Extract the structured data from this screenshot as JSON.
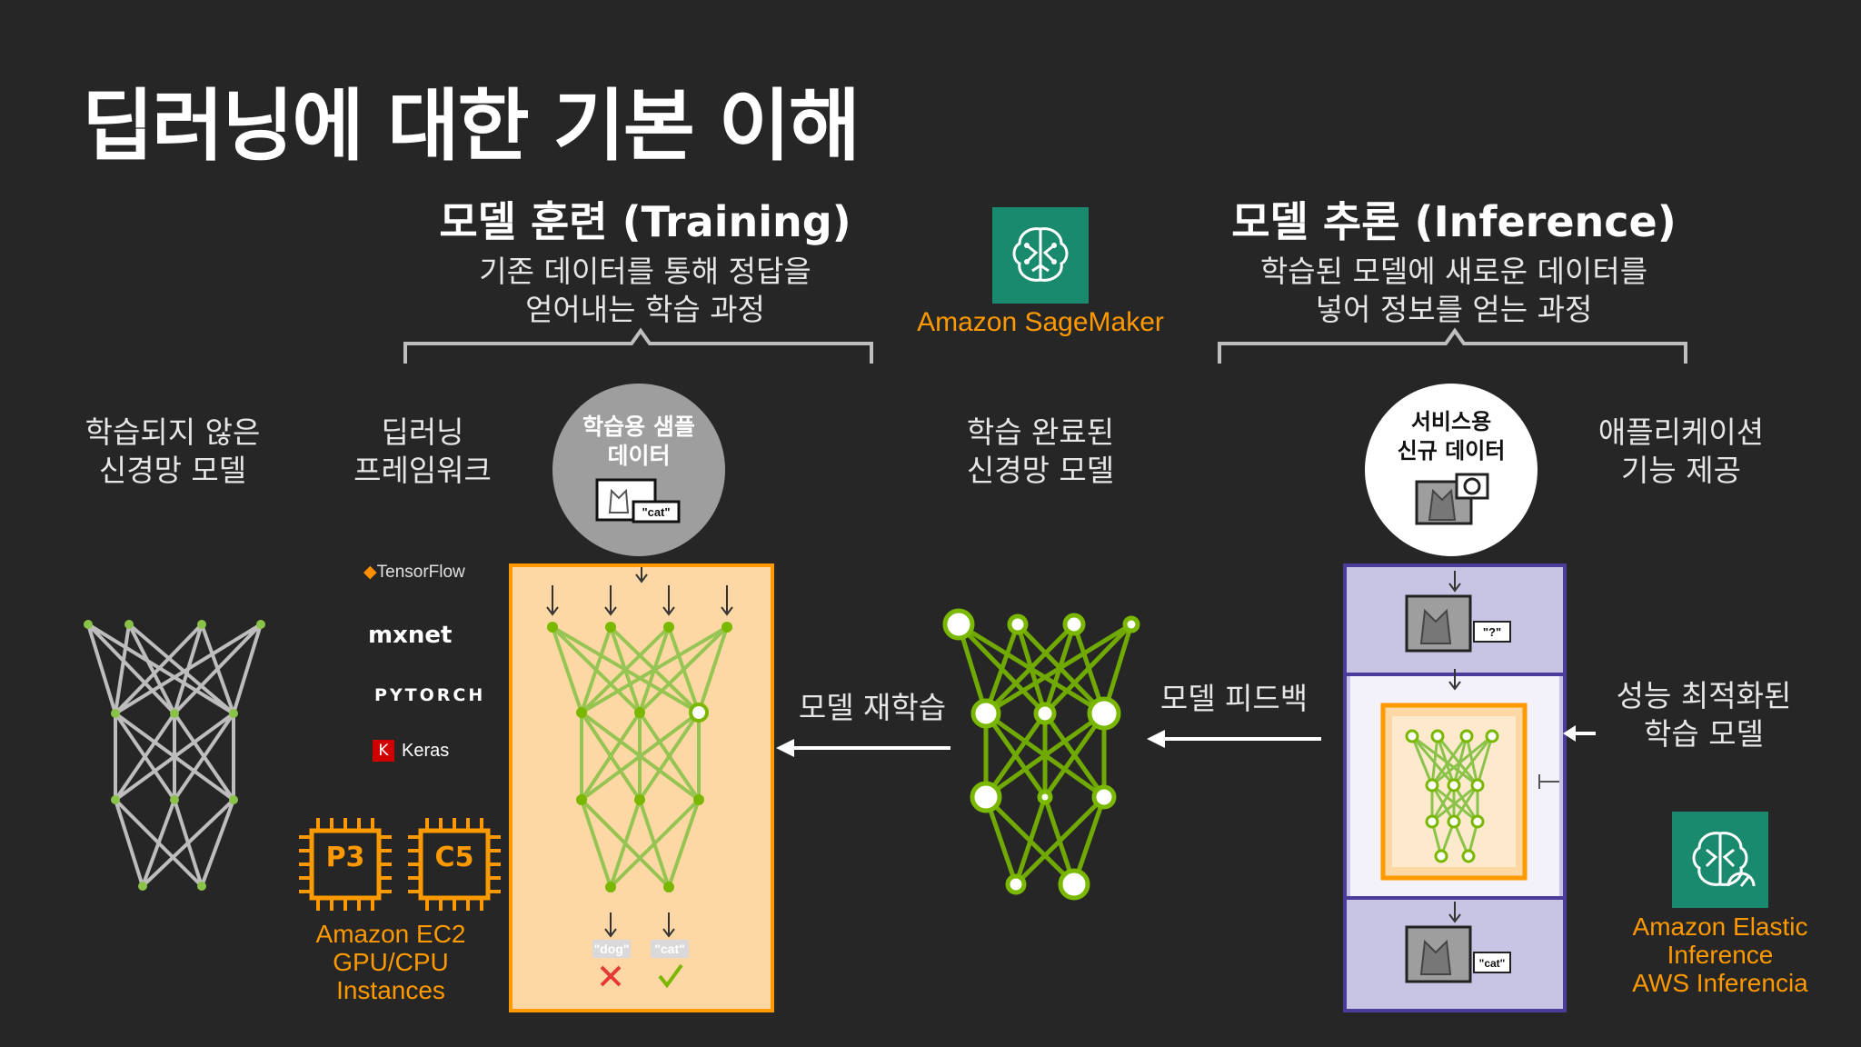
{
  "title": "딥러닝에 대한 기본 이해",
  "training": {
    "title": "모델 훈련 (Training)",
    "desc_line1": "기존 데이터를 통해 정답을",
    "desc_line2": "얻어내는 학습 과정"
  },
  "inference": {
    "title": "모델 추론 (Inference)",
    "desc_line1": "학습된 모델에 새로운 데이터를",
    "desc_line2": "넣어 정보를 얻는 과정"
  },
  "sagemaker": {
    "label": "Amazon SageMaker",
    "icon": "sagemaker-brain-icon"
  },
  "labels": {
    "untrained_1": "학습되지 않은",
    "untrained_2": "신경망 모델",
    "framework_1": "딥러닝",
    "framework_2": "프레임워크",
    "trained_1": "학습 완료된",
    "trained_2": "신경망 모델",
    "app_1": "애플리케이션",
    "app_2": "기능 제공",
    "optimized_1": "성능 최적화된",
    "optimized_2": "학습 모델",
    "retrain": "모델 재학습",
    "feedback": "모델 피드백"
  },
  "training_sample": {
    "line1": "학습용 샘플",
    "line2": "데이터",
    "tag": "\"cat\""
  },
  "service_data": {
    "line1": "서비스용",
    "line2": "신규 데이터"
  },
  "frameworks": [
    "TensorFlow",
    "mxnet",
    "PYTORCH",
    "Keras"
  ],
  "keras_badge": "K",
  "chips": [
    "P3",
    "C5"
  ],
  "ec2": {
    "line1": "Amazon EC2",
    "line2": "GPU/CPU",
    "line3": "Instances"
  },
  "outputs": {
    "dog": "\"dog\"",
    "cat": "\"cat\""
  },
  "inference_tags": {
    "unknown": "\"?\"",
    "cat": "\"cat\""
  },
  "elastic": {
    "line1": "Amazon Elastic",
    "line2": "Inference",
    "line3": "AWS Inferencia",
    "icon": "elastic-inference-icon"
  },
  "colors": {
    "background": "#262626",
    "accent_orange": "#ff9900",
    "network_green": "#7ab800",
    "training_box": "#fdd7a4",
    "inference_purple": "#4b3c9a",
    "sagemaker_green": "#1a8a6f"
  }
}
